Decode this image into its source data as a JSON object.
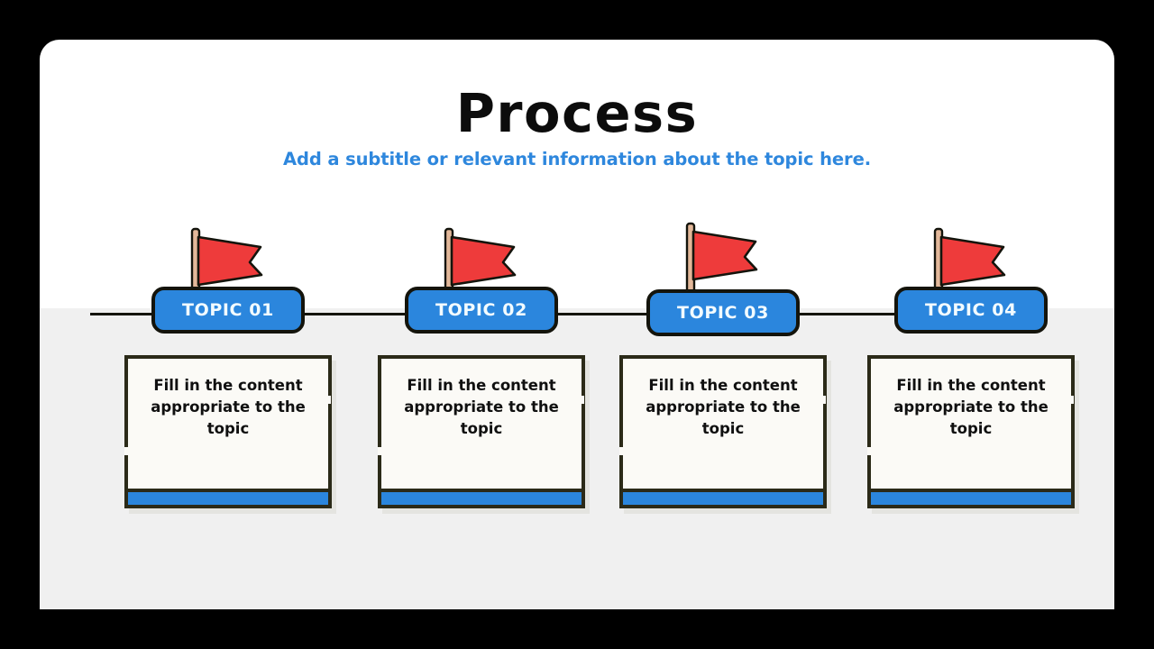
{
  "slide": {
    "title": "Process",
    "subtitle": "Add a subtitle or relevant information about the topic here.",
    "background_color": "#000000",
    "panel_color": "#ffffff",
    "ground_color": "#f0f0f0"
  },
  "theme": {
    "accent_blue": "#2b86dd",
    "flag_red": "#ee3b3b",
    "pole_tan": "#e3b89a",
    "outline_dark": "#14140c",
    "card_border": "#2b2a18",
    "card_fill": "#fbfaf6",
    "title_color": "#0c0c0c",
    "subtitle_color": "#2e87dd",
    "badge_text_color": "#f2fbff"
  },
  "steps": [
    {
      "badge_label": "TOPIC 01",
      "card_text": "Fill in the content appropriate to the topic",
      "flag_icon": "flag-pennant-icon"
    },
    {
      "badge_label": "TOPIC 02",
      "card_text": "Fill in the content appropriate to the topic",
      "flag_icon": "flag-pennant-icon"
    },
    {
      "badge_label": "TOPIC 03",
      "card_text": "Fill in the content appropriate to the topic",
      "flag_icon": "flag-pennant-icon"
    },
    {
      "badge_label": "TOPIC 04",
      "card_text": "Fill in the content appropriate to the topic",
      "flag_icon": "flag-pennant-icon"
    }
  ]
}
